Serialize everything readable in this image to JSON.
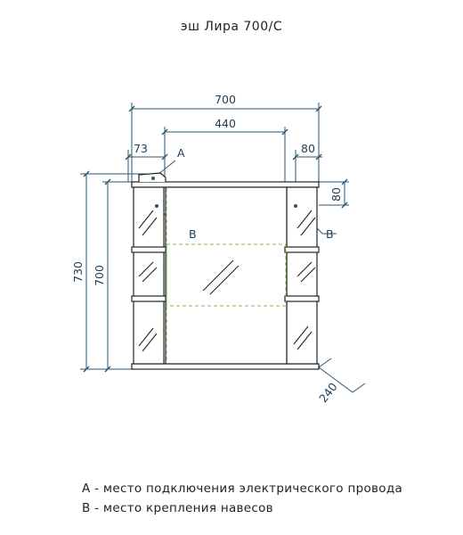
{
  "title": "эш Лира 700/С",
  "dimensions": {
    "overall_width": "700",
    "mirror_width": "440",
    "left_offset": "73",
    "right_offset": "80",
    "shelf_height": "80",
    "total_height": "730",
    "body_height": "700",
    "depth": "240"
  },
  "markers": {
    "a": "A",
    "b": "B"
  },
  "legend": {
    "line_a": "А - место подключения электрического провода",
    "line_b": "В - место крепления навесов"
  },
  "colors": {
    "dimension_lines": "#2a5670",
    "outline": "#222222",
    "hidden_area": "#7fbf5f"
  }
}
